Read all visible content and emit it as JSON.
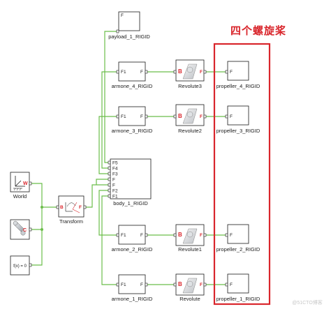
{
  "annotation": {
    "title": "四个螺旋桨",
    "color": "#d9262c"
  },
  "colors": {
    "line": "#6bbd4a",
    "block_border": "#1a1a1a"
  },
  "blocks": {
    "world": {
      "label": "World",
      "port_label": "W"
    },
    "solver": {
      "port_label": "C"
    },
    "constant": {
      "expression": "f(x) = 0"
    },
    "transform": {
      "label": "Transform",
      "port_b": "B",
      "port_f": "F"
    },
    "body": {
      "label": "body_1_RIGID",
      "ports": [
        "F5",
        "F4",
        "F3",
        "F",
        "F",
        "F2",
        "F1"
      ]
    },
    "payload": {
      "label": "payload_1_RIGID",
      "port": "F"
    },
    "arms": [
      {
        "label": "armone_4_RIGID",
        "port_in": "F1",
        "port_out": "F"
      },
      {
        "label": "armone_3_RIGID",
        "port_in": "F1",
        "port_out": "F"
      },
      {
        "label": "armone_2_RIGID",
        "port_in": "F1",
        "port_out": "F"
      },
      {
        "label": "armone_1_RIGID",
        "port_in": "F1",
        "port_out": "F"
      }
    ],
    "revolutes": [
      {
        "label": "Revolute3",
        "port_b": "B",
        "port_f": "F"
      },
      {
        "label": "Revolute2",
        "port_b": "B",
        "port_f": "F"
      },
      {
        "label": "Revolute1",
        "port_b": "B",
        "port_f": "F"
      },
      {
        "label": "Revolute",
        "port_b": "B",
        "port_f": "F"
      }
    ],
    "propellers": [
      {
        "label": "propeller_4_RIGID",
        "port": "F"
      },
      {
        "label": "propeller_3_RIGID",
        "port": "F"
      },
      {
        "label": "propeller_2_RIGID",
        "port": "F"
      },
      {
        "label": "propeller_1_RIGID",
        "port": "F"
      }
    ]
  },
  "watermark": "@51CTO博客"
}
